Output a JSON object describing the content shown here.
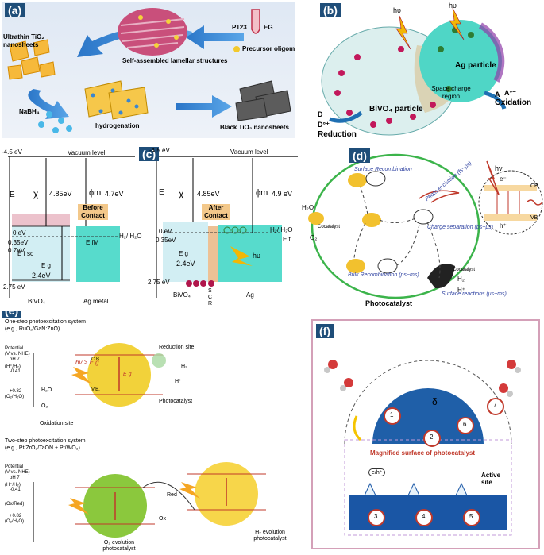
{
  "panel_a": {
    "tag": "(a)",
    "ultrathin": "Ultrathin TiO₂ nanosheets",
    "lamellar": "Self-assembled lamellar structures",
    "p123": "P123",
    "eg": "EG",
    "oligomer": "Precursor oligomer",
    "nabh4": "NaBH₄",
    "hydrogenation": "hydrogenation",
    "black": "Black TiO₂ nanosheets"
  },
  "panel_b": {
    "tag": "(b)",
    "hv1": "hυ",
    "hv2": "hυ",
    "ag": "Ag particle",
    "scr": "Space charge region",
    "bivo4": "BiVO₄ particle",
    "d": "D",
    "dplus": "D°⁺",
    "reduction": "Reduction",
    "a": "A",
    "aminus": "A°⁻",
    "oxidation": "Oxidation"
  },
  "panel_c": {
    "tag": "(c)",
    "neg45_l": "-4.5 eV",
    "neg45_r": "-4.5 eV",
    "vac_l": "Vacuum level",
    "vac_r": "Vacuum level",
    "E_l": "E",
    "E_r": "E",
    "chi_l": "χ",
    "chi_val_l": "4.85eV",
    "chi_r": "χ",
    "chi_val_r": "4.85eV",
    "phi_l": "ϕm",
    "phi_val_l": "4.7eV",
    "phi_r": "ϕm",
    "phi_val_r": "4.9 eV",
    "before": "Before Contact",
    "after": "After Contact",
    "zero_l": "0 eV",
    "zero_r": "0 eV",
    "v035_l": "0.35eV",
    "v07_l": "0.7eV",
    "v035_r": "0.35eV",
    "efsc": "E f sc",
    "efm": "E fM",
    "eg_l": "E g",
    "eg_val_l": "2.4eV",
    "eg_r": "E g",
    "eg_val_r": "2.4eV",
    "v275_l": "2.75 eV",
    "v275_r": "2.75 eV",
    "h2h2o_l": "H₂/ H₂O",
    "h2h2o_r": "H₂/ H₂O",
    "ef_r": "E f",
    "bivo4_l": "BiVO₄",
    "agmetal": "Ag metal",
    "bivo4_r": "BiVO₄",
    "scr": "S C R",
    "ag_r": "Ag",
    "hv": "hυ"
  },
  "panel_d": {
    "tag": "(d)",
    "hv": "hv",
    "surf_rec": "Surface Recombination",
    "photoexc": "Photo-excitation (fs~ps)",
    "charge_sep": "Charge separation (ps~μs)",
    "bulk_rec": "Bulk Recombination (ps~ms)",
    "surf_react": "Surface reactions (μs~ms)",
    "photocatalyst": "Photocatalyst",
    "h2o": "H₂O",
    "o2": "O₂",
    "h2": "H₂",
    "hplus": "H⁺",
    "cocat_l": "Cocatalyst",
    "cocat_r": "Cocatalyst",
    "cb": "CB",
    "vb": "VB",
    "eminus": "e⁻",
    "hplus_c": "h⁺"
  },
  "panel_e": {
    "tag": "(e)",
    "one_step": "One-step photoexcitation system",
    "one_step_eg": "(e.g., RuO₂/GaN:ZnO)",
    "potential": "Potential",
    "vs_nhe": "(V vs. NHE)",
    "ph7": "pH 7",
    "hh2": "(H⁺/H₂)",
    "m041": "-0.41",
    "p082": "+0.82",
    "o2h2o": "(O₂/H₂O)",
    "reduction_site": "Reduction site",
    "oxidation_site": "Oxidation site",
    "photocatalyst": "Photocatalyst",
    "hv_eg": "hv > E g",
    "cb": "C.B.",
    "vb": "V.B.",
    "eg": "E g",
    "h2": "H₂",
    "hplus": "H⁺",
    "h2o": "H₂O",
    "o2": "O₂",
    "two_step": "Two-step photoexcitation system",
    "two_step_eg": "(e.g., Pt/ZrO₂/TaON + Pt/WO₃)",
    "potential2": "Potential",
    "vs_nhe2": "(V vs. NHE)",
    "ph7_2": "pH 7",
    "hh2_2": "(H⁺/H₂)",
    "m041_2": "-0.41",
    "oxred": "(Ox/Red)",
    "p082_2": "+0.82",
    "o2h2o_2": "(O₂/H₂O)",
    "red": "Red",
    "ox": "Ox",
    "o2_evo": "O₂ evolution photocatalyst",
    "h2_evo": "H₂ evolution photocatalyst"
  },
  "panel_f": {
    "tag": "(f)",
    "delta": "δ",
    "magnified": "Magnified surface of photocatalyst",
    "active_site": "Active site",
    "eh": "e/h⁺",
    "n1": "1",
    "n2": "2",
    "n3": "3",
    "n4": "4",
    "n5": "5",
    "n6": "6",
    "n7": "7"
  },
  "colors": {
    "tag_bg": "#1f4e79",
    "bivo4_fill": "#c8e9ee",
    "ag_fill": "#4fd6c6",
    "green_ball": "#8bc83d",
    "yellow_ball": "#f7d64a",
    "cluster_blue": "#1f5fa8",
    "panel_f_border": "#d4a0b8"
  }
}
